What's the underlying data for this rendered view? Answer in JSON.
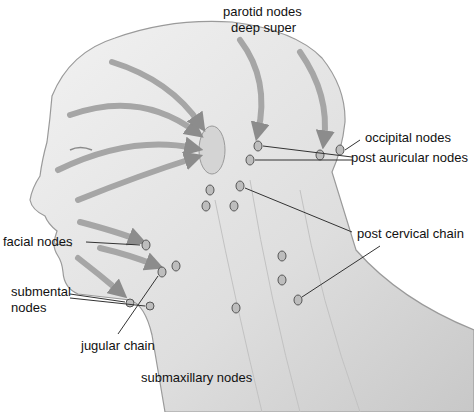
{
  "diagram": {
    "labels": [
      "parotid nodes",
      "deep super",
      "occipital nodes",
      "post auricular nodes",
      "post cervical chain",
      "facial nodes",
      "submental nodes",
      "jugular chain",
      "submaxillary nodes"
    ]
  }
}
